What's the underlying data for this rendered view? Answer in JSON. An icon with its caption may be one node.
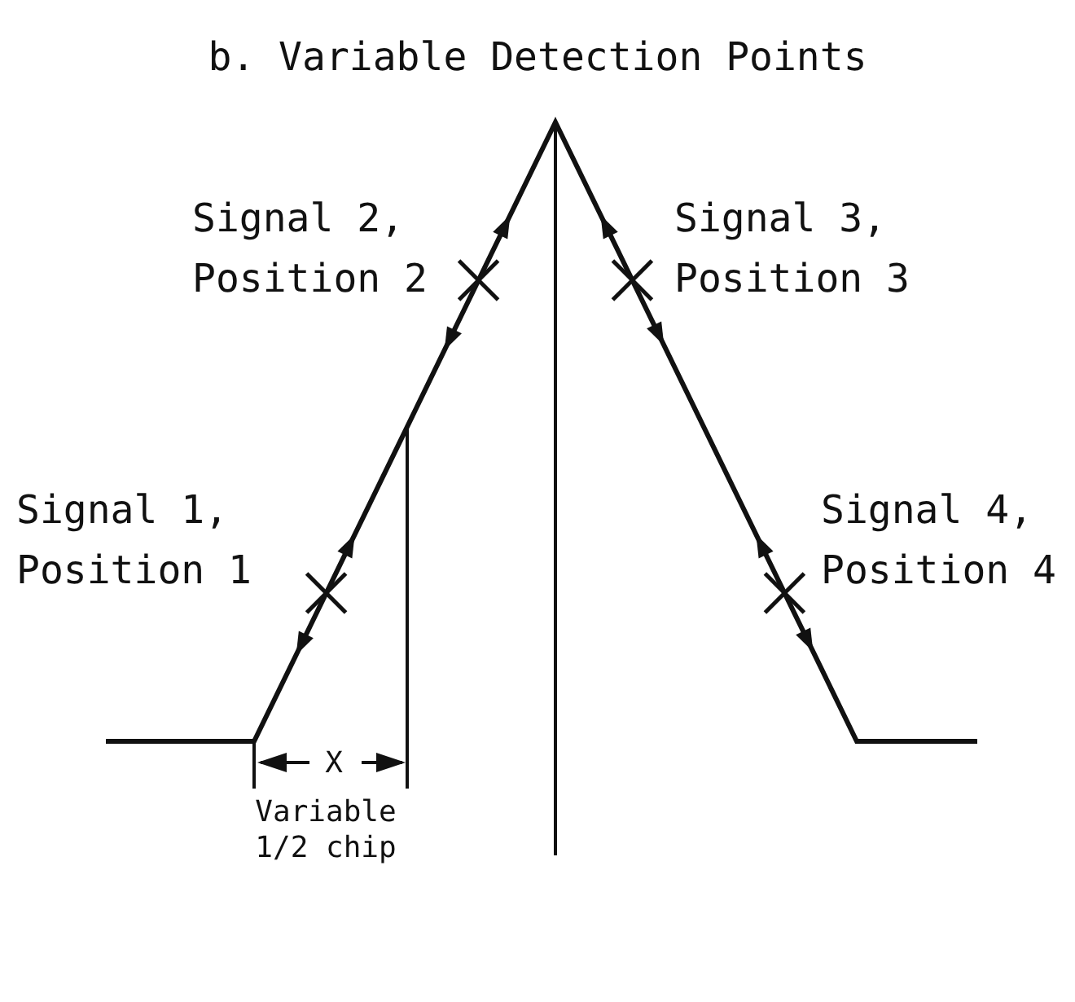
{
  "diagram": {
    "title": "b. Variable Detection Points",
    "labels": [
      "Signal 2, Position 2",
      "Signal 3, Position 3",
      "Signal 1, Position 1",
      "Signal 4, Position 4",
      "X",
      "Variable 1/2 chip"
    ]
  }
}
